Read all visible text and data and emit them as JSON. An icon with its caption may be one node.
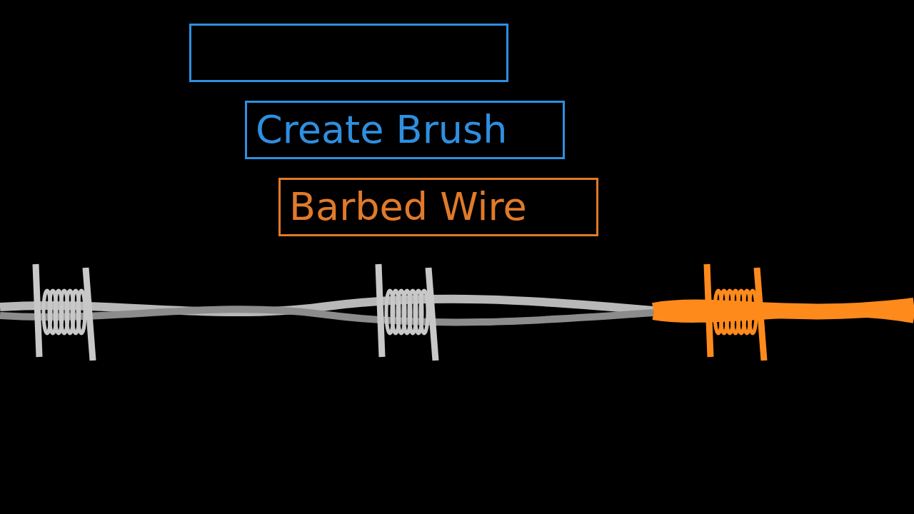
{
  "diagram": {
    "nodes": [
      {
        "text": [],
        "shape": "box"
      },
      {
        "text": [
          "Create Brush"
        ]
      },
      {
        "text": [
          "Barbed Wire"
        ]
      }
    ]
  }
}
